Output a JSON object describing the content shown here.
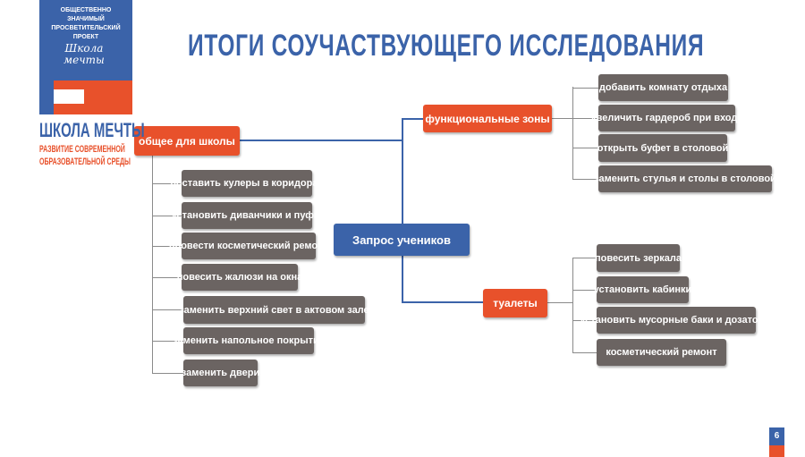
{
  "logo": {
    "top_text_1": "ОБЩЕСТВЕННО ЗНАЧИМЫЙ",
    "top_text_2": "ПРОСВЕТИТЕЛЬСКИЙ ПРОЕКТ",
    "script": "Школа мечты",
    "name": "ШКОЛА МЕЧТЫ",
    "sub1": "РАЗВИТИЕ СОВРЕМЕННОЙ",
    "sub2": "ОБРАЗОВАТЕЛЬНОЙ СРЕДЫ"
  },
  "title": "ИТОГИ СОУЧАСТВУЮЩЕГО ИССЛЕДОВАНИЯ",
  "center": "Запрос учеников",
  "branches": {
    "school": {
      "label": "общее для школы",
      "items": [
        "поставить кулеры в коридорах",
        "установить диванчики и пуфы",
        "провести косметический ремонт",
        "повесить жалюзи на окна",
        "заменить верхний свет в актовом зале",
        "заменить напольное покрытие",
        "заменить двери"
      ]
    },
    "zones": {
      "label": "функциональные зоны",
      "items": [
        "добавить комнату отдыха",
        "увеличить гардероб при входе",
        "открыть буфет в столовой",
        "заменить стулья и столы в столовой"
      ]
    },
    "toilets": {
      "label": "туалеты",
      "items": [
        "повесить зеркала",
        "установить кабинки",
        "установить мусорные баки и дозаторы",
        "косметический ремонт"
      ]
    }
  },
  "page_number": "6",
  "colors": {
    "blue": "#3b63a9",
    "orange": "#e8512b",
    "gray": "#6b6462"
  }
}
